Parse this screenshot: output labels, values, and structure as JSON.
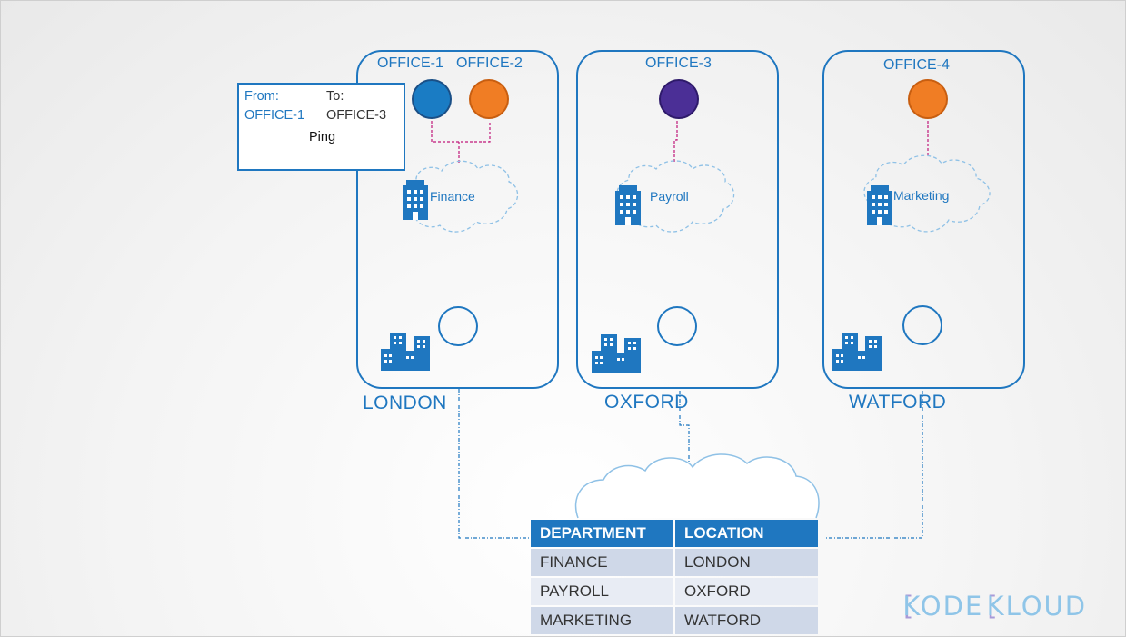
{
  "sites": [
    {
      "city": "LONDON",
      "offices": [
        {
          "name": "OFFICE-1",
          "color": "#1a7cc4"
        },
        {
          "name": "OFFICE-2",
          "color": "#f07d24"
        }
      ],
      "department": "Finance"
    },
    {
      "city": "OXFORD",
      "offices": [
        {
          "name": "OFFICE-3",
          "color": "#4b2f96"
        }
      ],
      "department": "Payroll"
    },
    {
      "city": "WATFORD",
      "offices": [
        {
          "name": "OFFICE-4",
          "color": "#f07d24"
        }
      ],
      "department": "Marketing"
    }
  ],
  "message": {
    "from_label": "From:",
    "from_value": "OFFICE-1",
    "to_label": "To:",
    "to_value": "OFFICE-3",
    "action": "Ping"
  },
  "table": {
    "headers": [
      "DEPARTMENT",
      "LOCATION"
    ],
    "rows": [
      [
        "FINANCE",
        "LONDON"
      ],
      [
        "PAYROLL",
        "OXFORD"
      ],
      [
        "MARKETING",
        "WATFORD"
      ]
    ]
  },
  "logo": {
    "bracket_left": "[",
    "k1": "K",
    "text1": "ODE",
    "bracket_right": "[",
    "k2": "K",
    "text2": "LOUD"
  },
  "colors": {
    "accent": "#1f77c0",
    "link": "#c0187a"
  }
}
